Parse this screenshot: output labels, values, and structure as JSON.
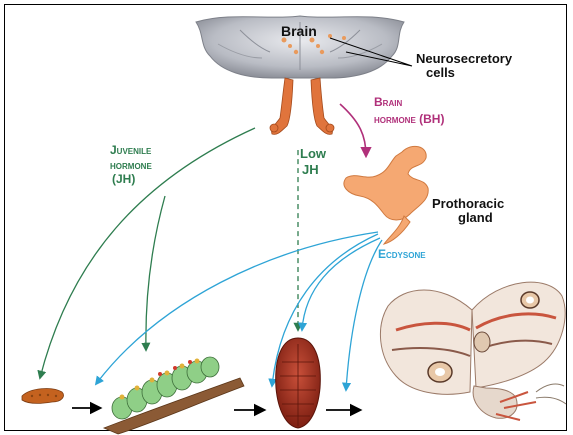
{
  "labels": {
    "brain": "Brain",
    "neurosecretory": "Neurosecretory",
    "cells": "cells",
    "brain_hormone_line1": "Brain",
    "brain_hormone_line2": "hormone (BH)",
    "juvenile_line1": "Juvenile",
    "juvenile_line2": "hormone",
    "juvenile_line3": "(JH)",
    "low_line1": "Low",
    "low_line2": "JH",
    "prothoracic_line1": "Prothoracic",
    "prothoracic_line2": "gland",
    "ecdysone": "Ecdysone"
  },
  "colors": {
    "juvenile_hormone": "#2e7d4f",
    "brain_hormone": "#b0307a",
    "ecdysone": "#2ea4d6",
    "text": "#111111"
  }
}
